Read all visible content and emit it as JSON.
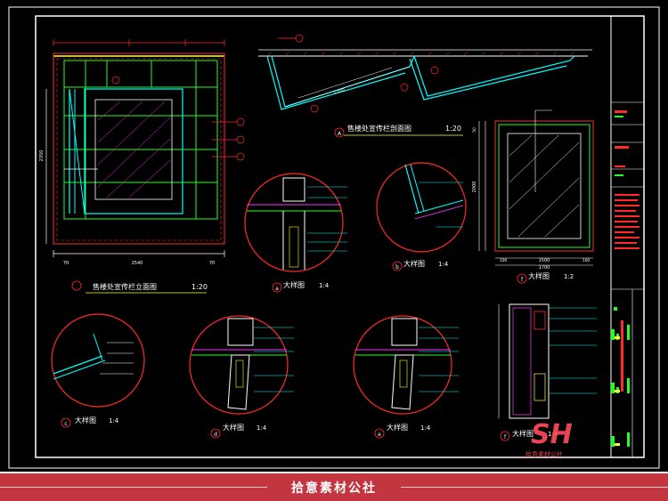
{
  "drawing": {
    "views": {
      "elevation_title": "售楼处宣传栏立面图",
      "elevation_scale": "1:20",
      "section_title": "售楼处宣传栏剖面图",
      "section_scale": "1:20",
      "detail_label": "大样图",
      "detail_a_scale": "1:4",
      "detail_b_scale": "1:4",
      "detail_c_scale": "1:4",
      "detail_d_scale": "1:4",
      "detail_e_scale": "1:4",
      "detail_f_scale": "1:2",
      "detail_f2_scale": "1:4"
    },
    "markers": {
      "a": "a",
      "b": "b",
      "c": "c",
      "d": "d",
      "e": "e",
      "f": "f",
      "section": "A"
    },
    "dimensions": {
      "elev_width": "2540",
      "elev_height": "2350",
      "elev_side_left": "70",
      "elev_side_right": "70",
      "section_len": "1200",
      "f_width_total": "1700",
      "f_width_inner": "1500",
      "f_side_l": "100",
      "f_side_r": "100",
      "f_height": "2000",
      "f_top": "50"
    },
    "watermark": {
      "logo": "SH",
      "caption": "拾意素材公社"
    }
  },
  "footer": {
    "text": "拾意素材公社"
  },
  "colors": {
    "background": "#000000",
    "frame": "#ffffff",
    "cyan": "#00ffff",
    "red": "#ff2a2a",
    "green": "#22ff22",
    "magenta": "#ff33ff",
    "yellow": "#ffff33",
    "footer": "#c3353f"
  }
}
